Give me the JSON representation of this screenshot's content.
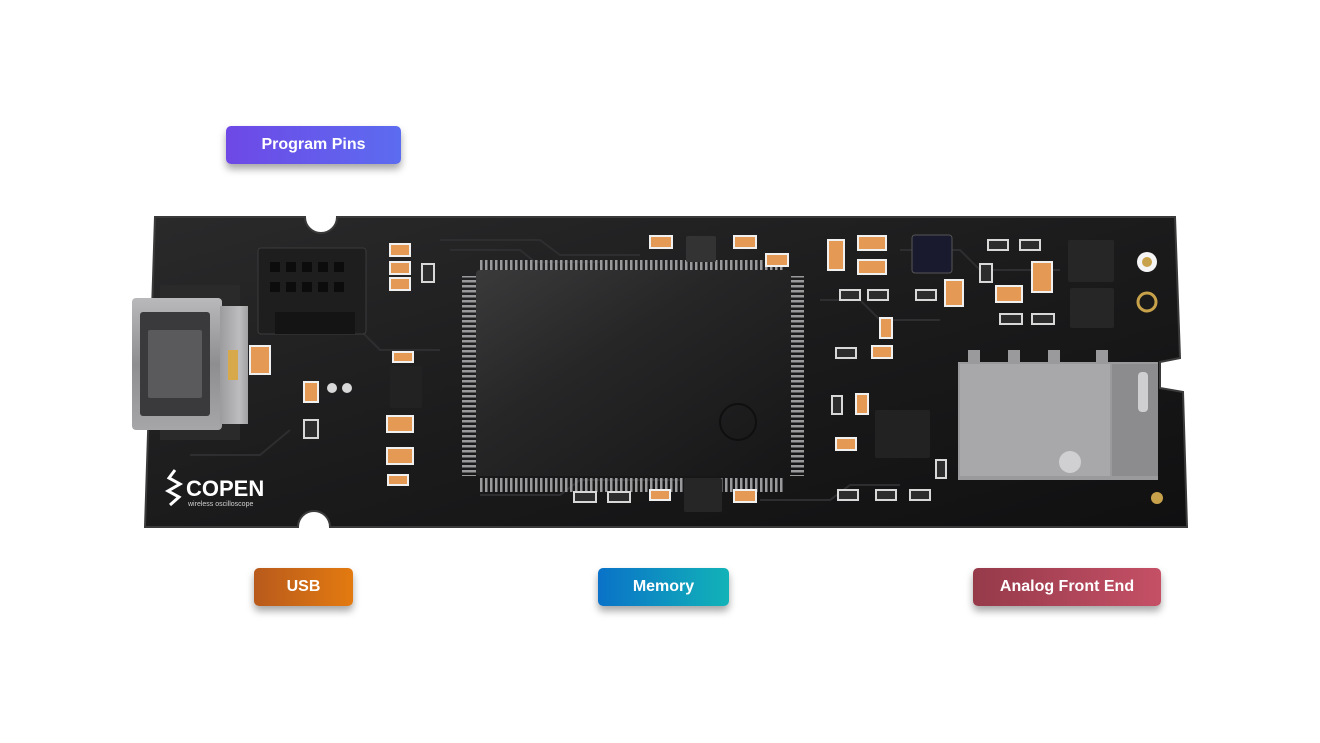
{
  "labels": {
    "program_pins": "Program Pins",
    "usb": "USB",
    "memory": "Memory",
    "analog_front_end": "Analog Front End"
  },
  "colors": {
    "program_pins": [
      "#6e48e6",
      "#5c6cf0"
    ],
    "usb": [
      "#b85a1c",
      "#e37a10"
    ],
    "memory": [
      "#0a72c8",
      "#12b3b8"
    ],
    "analog_front_end": [
      "#963a4a",
      "#c55066"
    ],
    "pcb": "#1c1c1d",
    "smd_orange": "#e49a55"
  },
  "board": {
    "logo_text": "COPEN",
    "logo_subtext": "wireless oscilloscope"
  }
}
